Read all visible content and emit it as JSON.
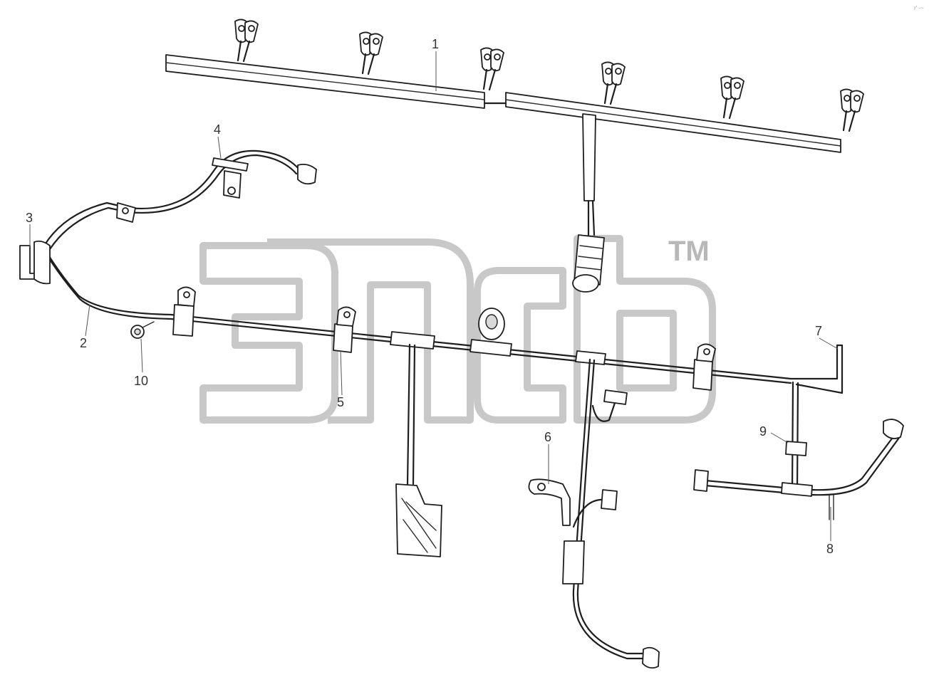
{
  "watermark": {
    "trademark": "TM"
  },
  "corner_mark": "r' -~",
  "callouts": [
    {
      "id": "1",
      "label": "1"
    },
    {
      "id": "2",
      "label": "2"
    },
    {
      "id": "3",
      "label": "3"
    },
    {
      "id": "4",
      "label": "4"
    },
    {
      "id": "5",
      "label": "5"
    },
    {
      "id": "6",
      "label": "6"
    },
    {
      "id": "7",
      "label": "7"
    },
    {
      "id": "8",
      "label": "8"
    },
    {
      "id": "9",
      "label": "9"
    },
    {
      "id": "10",
      "label": "10"
    }
  ]
}
